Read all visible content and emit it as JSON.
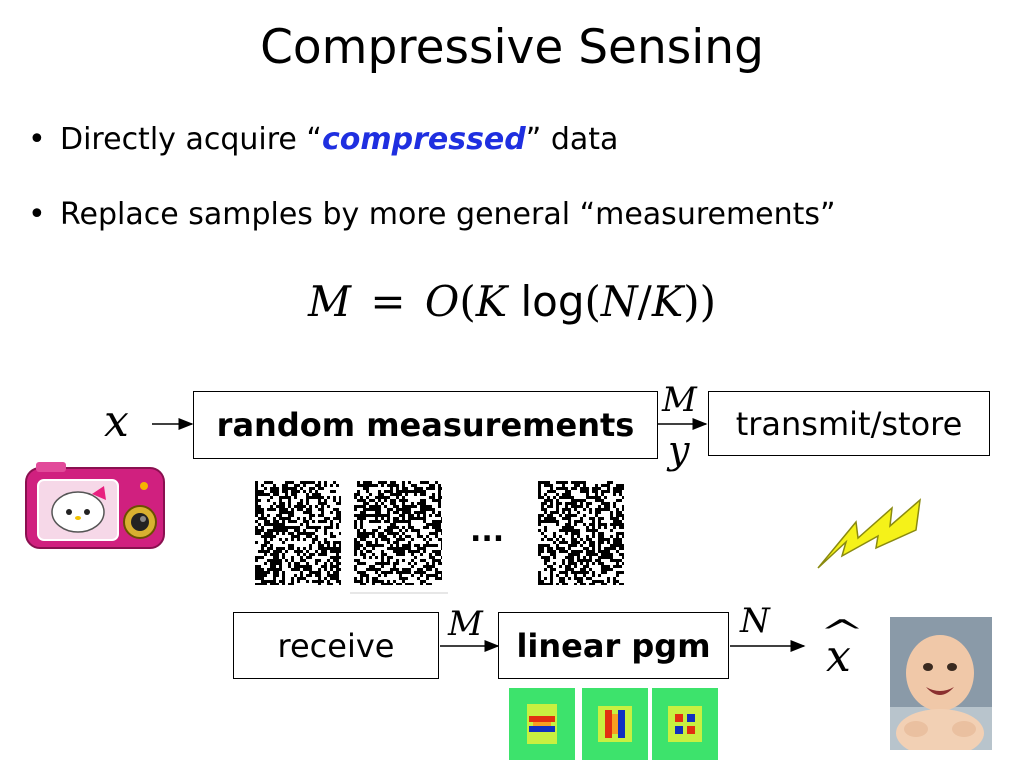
{
  "slide": {
    "title": "Compressive Sensing",
    "bullet_symbol": "•",
    "bullets": [
      {
        "before": "Directly acquire “",
        "emphasis": "compressed",
        "after": "” data"
      },
      {
        "text": "Replace samples by more general “measurements”"
      }
    ]
  },
  "formula": {
    "lhs": "M",
    "equals": "=",
    "big_o": "O",
    "open1": "(",
    "k1": "K",
    "log": "log",
    "open2": "(",
    "n": "N",
    "slash": "/",
    "k2": "K",
    "close": "))"
  },
  "pipeline": {
    "input_var": "x",
    "measure_box": "random measurements",
    "m_label_top": "M",
    "y_label": "y",
    "transmit_box": "transmit/store",
    "ellipsis": "...",
    "receive_box": "receive",
    "m_label_bottom": "M",
    "reconstruct_box": "linear pgm",
    "n_label": "N",
    "output_var": "x",
    "output_hat": "^"
  },
  "colors": {
    "emphasis": "#1f2fe0",
    "lightning_fill": "#f5f219",
    "camera_pink": "#d0207f",
    "basis_green": "#3de36c"
  }
}
